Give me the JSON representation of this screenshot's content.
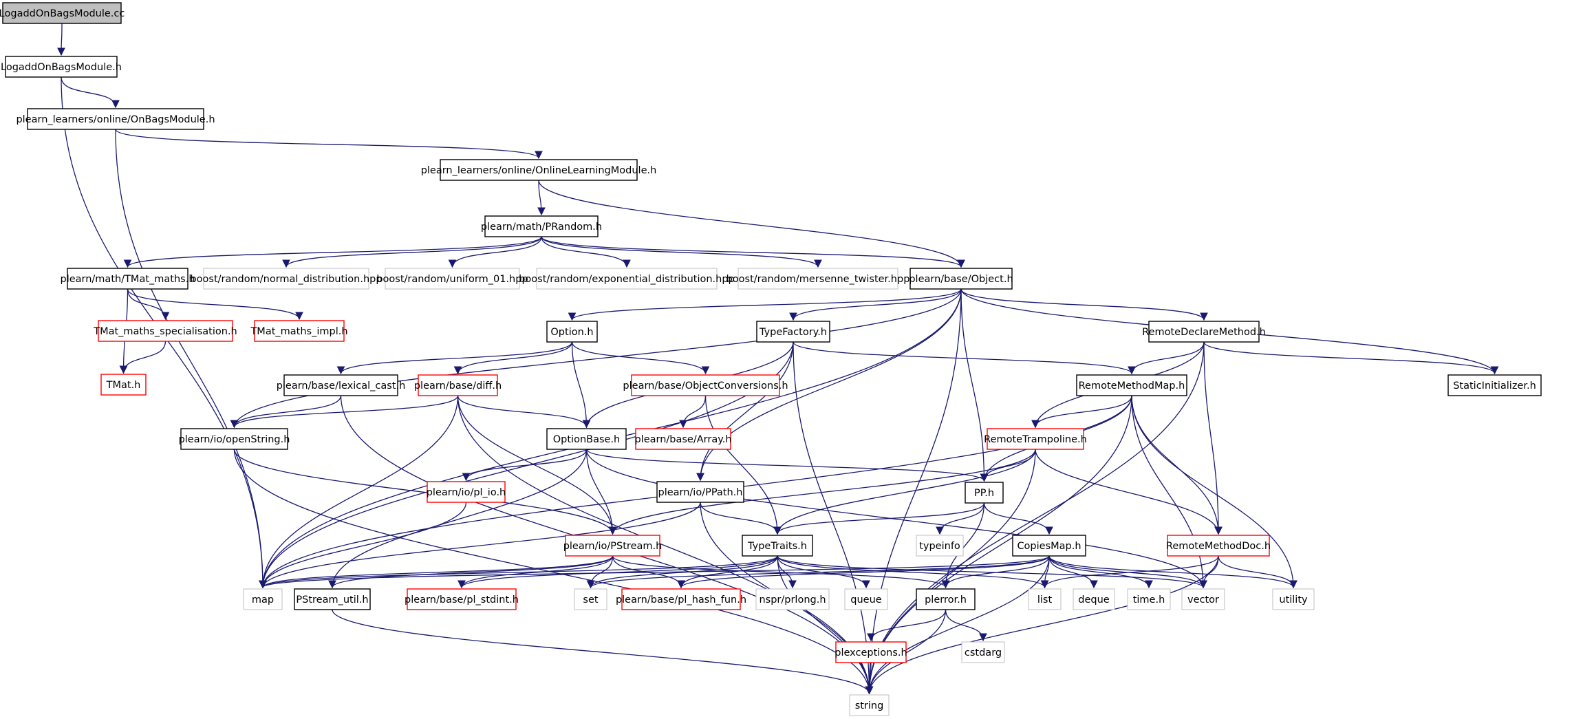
{
  "colors": {
    "edge": "#191970",
    "box_default": "#000000",
    "box_red": "#ff0000",
    "box_gray": "#bfbfbf",
    "root_fill": "#bfbfbf",
    "text": "#000000"
  },
  "nodes": [
    {
      "id": "n_logadd_cc",
      "label": "LogaddOnBagsModule.cc",
      "style": "root"
    },
    {
      "id": "n_logadd_h",
      "label": "LogaddOnBagsModule.h",
      "style": "black"
    },
    {
      "id": "n_onbags",
      "label": "plearn_learners/online/OnBagsModule.h",
      "style": "black"
    },
    {
      "id": "n_online",
      "label": "plearn_learners/online/OnlineLearningModule.h",
      "style": "black"
    },
    {
      "id": "n_prandom",
      "label": "plearn/math/PRandom.h",
      "style": "black"
    },
    {
      "id": "n_tmatmaths",
      "label": "plearn/math/TMat_maths.h",
      "style": "black"
    },
    {
      "id": "n_normal",
      "label": "boost/random/normal_distribution.hpp",
      "style": "gray"
    },
    {
      "id": "n_uniform",
      "label": "boost/random/uniform_01.hpp",
      "style": "gray"
    },
    {
      "id": "n_expo",
      "label": "boost/random/exponential_distribution.hpp",
      "style": "gray"
    },
    {
      "id": "n_mersenne",
      "label": "boost/random/mersenne_twister.hpp",
      "style": "gray"
    },
    {
      "id": "n_object",
      "label": "plearn/base/Object.h",
      "style": "black"
    },
    {
      "id": "n_tmatspec",
      "label": "TMat_maths_specialisation.h",
      "style": "red"
    },
    {
      "id": "n_tmatimpl",
      "label": "TMat_maths_impl.h",
      "style": "red"
    },
    {
      "id": "n_tmat",
      "label": "TMat.h",
      "style": "red"
    },
    {
      "id": "n_option",
      "label": "Option.h",
      "style": "black"
    },
    {
      "id": "n_typefactory",
      "label": "TypeFactory.h",
      "style": "black"
    },
    {
      "id": "n_rdecl",
      "label": "RemoteDeclareMethod.h",
      "style": "black"
    },
    {
      "id": "n_static",
      "label": "StaticInitializer.h",
      "style": "black"
    },
    {
      "id": "n_lexical",
      "label": "plearn/base/lexical_cast.h",
      "style": "black"
    },
    {
      "id": "n_diff",
      "label": "plearn/base/diff.h",
      "style": "red"
    },
    {
      "id": "n_objconv",
      "label": "plearn/base/ObjectConversions.h",
      "style": "red"
    },
    {
      "id": "n_rmap",
      "label": "RemoteMethodMap.h",
      "style": "black"
    },
    {
      "id": "n_openstring",
      "label": "plearn/io/openString.h",
      "style": "black"
    },
    {
      "id": "n_optionbase",
      "label": "OptionBase.h",
      "style": "black"
    },
    {
      "id": "n_array",
      "label": "plearn/base/Array.h",
      "style": "red"
    },
    {
      "id": "n_rtramp",
      "label": "RemoteTrampoline.h",
      "style": "red"
    },
    {
      "id": "n_plio",
      "label": "plearn/io/pl_io.h",
      "style": "red"
    },
    {
      "id": "n_ppath",
      "label": "plearn/io/PPath.h",
      "style": "black"
    },
    {
      "id": "n_pp",
      "label": "PP.h",
      "style": "black"
    },
    {
      "id": "n_typeinfo",
      "label": "typeinfo",
      "style": "gray"
    },
    {
      "id": "n_pstream",
      "label": "plearn/io/PStream.h",
      "style": "red"
    },
    {
      "id": "n_typetraits",
      "label": "TypeTraits.h",
      "style": "black"
    },
    {
      "id": "n_copiesmap",
      "label": "CopiesMap.h",
      "style": "black"
    },
    {
      "id": "n_rmdoc",
      "label": "RemoteMethodDoc.h",
      "style": "red"
    },
    {
      "id": "n_map",
      "label": "map",
      "style": "gray"
    },
    {
      "id": "n_pstreamutil",
      "label": "PStream_util.h",
      "style": "black"
    },
    {
      "id": "n_stdint",
      "label": "plearn/base/pl_stdint.h",
      "style": "red"
    },
    {
      "id": "n_set",
      "label": "set",
      "style": "gray"
    },
    {
      "id": "n_hashfun",
      "label": "plearn/base/pl_hash_fun.h",
      "style": "red"
    },
    {
      "id": "n_prlong",
      "label": "nspr/prlong.h",
      "style": "gray"
    },
    {
      "id": "n_queue",
      "label": "queue",
      "style": "gray"
    },
    {
      "id": "n_plerror",
      "label": "plerror.h",
      "style": "black"
    },
    {
      "id": "n_list",
      "label": "list",
      "style": "gray"
    },
    {
      "id": "n_deque",
      "label": "deque",
      "style": "gray"
    },
    {
      "id": "n_time",
      "label": "time.h",
      "style": "gray"
    },
    {
      "id": "n_vector",
      "label": "vector",
      "style": "gray"
    },
    {
      "id": "n_utility",
      "label": "utility",
      "style": "gray"
    },
    {
      "id": "n_plexceptions",
      "label": "plexceptions.h",
      "style": "red"
    },
    {
      "id": "n_cstdarg",
      "label": "cstdarg",
      "style": "gray"
    },
    {
      "id": "n_string",
      "label": "string",
      "style": "gray"
    }
  ],
  "edges": [
    [
      "n_logadd_cc",
      "n_logadd_h"
    ],
    [
      "n_logadd_h",
      "n_onbags"
    ],
    [
      "n_logadd_h",
      "n_map"
    ],
    [
      "n_onbags",
      "n_online"
    ],
    [
      "n_onbags",
      "n_map"
    ],
    [
      "n_online",
      "n_prandom"
    ],
    [
      "n_online",
      "n_object"
    ],
    [
      "n_prandom",
      "n_tmatmaths"
    ],
    [
      "n_prandom",
      "n_normal"
    ],
    [
      "n_prandom",
      "n_uniform"
    ],
    [
      "n_prandom",
      "n_expo"
    ],
    [
      "n_prandom",
      "n_mersenne"
    ],
    [
      "n_prandom",
      "n_object"
    ],
    [
      "n_tmatmaths",
      "n_tmatspec"
    ],
    [
      "n_tmatmaths",
      "n_tmatimpl"
    ],
    [
      "n_tmatmaths",
      "n_tmat"
    ],
    [
      "n_tmatspec",
      "n_tmat"
    ],
    [
      "n_object",
      "n_option"
    ],
    [
      "n_object",
      "n_typefactory"
    ],
    [
      "n_object",
      "n_rdecl"
    ],
    [
      "n_object",
      "n_static"
    ],
    [
      "n_object",
      "n_openstring"
    ],
    [
      "n_object",
      "n_map"
    ],
    [
      "n_object",
      "n_pp"
    ],
    [
      "n_object",
      "n_ppath"
    ],
    [
      "n_object",
      "n_string"
    ],
    [
      "n_option",
      "n_lexical"
    ],
    [
      "n_option",
      "n_diff"
    ],
    [
      "n_option",
      "n_objconv"
    ],
    [
      "n_option",
      "n_optionbase"
    ],
    [
      "n_typefactory",
      "n_optionbase"
    ],
    [
      "n_typefactory",
      "n_rmap"
    ],
    [
      "n_typefactory",
      "n_map"
    ],
    [
      "n_typefactory",
      "n_ppath"
    ],
    [
      "n_typefactory",
      "n_string"
    ],
    [
      "n_rdecl",
      "n_rmap"
    ],
    [
      "n_rdecl",
      "n_rtramp"
    ],
    [
      "n_rdecl",
      "n_rmdoc"
    ],
    [
      "n_rdecl",
      "n_static"
    ],
    [
      "n_rdecl",
      "n_string"
    ],
    [
      "n_lexical",
      "n_openstring"
    ],
    [
      "n_lexical",
      "n_string"
    ],
    [
      "n_diff",
      "n_openstring"
    ],
    [
      "n_diff",
      "n_optionbase"
    ],
    [
      "n_diff",
      "n_pstream"
    ],
    [
      "n_diff",
      "n_map"
    ],
    [
      "n_diff",
      "n_string"
    ],
    [
      "n_objconv",
      "n_array"
    ],
    [
      "n_objconv",
      "n_typetraits"
    ],
    [
      "n_rmap",
      "n_rtramp"
    ],
    [
      "n_rmap",
      "n_pp"
    ],
    [
      "n_rmap",
      "n_map"
    ],
    [
      "n_rmap",
      "n_vector"
    ],
    [
      "n_rmap",
      "n_rmdoc"
    ],
    [
      "n_rmap",
      "n_utility"
    ],
    [
      "n_rmap",
      "n_string"
    ],
    [
      "n_openstring",
      "n_pstream"
    ],
    [
      "n_openstring",
      "n_string"
    ],
    [
      "n_optionbase",
      "n_plio"
    ],
    [
      "n_optionbase",
      "n_pstream"
    ],
    [
      "n_optionbase",
      "n_pp"
    ],
    [
      "n_optionbase",
      "n_pstreamutil"
    ],
    [
      "n_optionbase",
      "n_vector"
    ],
    [
      "n_rtramp",
      "n_pp"
    ],
    [
      "n_rtramp",
      "n_typetraits"
    ],
    [
      "n_rtramp",
      "n_pstream"
    ],
    [
      "n_rtramp",
      "n_rmdoc"
    ],
    [
      "n_rtramp",
      "n_string"
    ],
    [
      "n_plio",
      "n_map"
    ],
    [
      "n_ppath",
      "n_typetraits"
    ],
    [
      "n_ppath",
      "n_map"
    ],
    [
      "n_ppath",
      "n_string"
    ],
    [
      "n_pp",
      "n_typeinfo"
    ],
    [
      "n_pp",
      "n_copiesmap"
    ],
    [
      "n_pp",
      "n_plerror"
    ],
    [
      "n_pp",
      "n_typetraits"
    ],
    [
      "n_pstream",
      "n_map"
    ],
    [
      "n_pstream",
      "n_stdint"
    ],
    [
      "n_pstream",
      "n_set"
    ],
    [
      "n_pstream",
      "n_hashfun"
    ],
    [
      "n_pstream",
      "n_plerror"
    ],
    [
      "n_pstream",
      "n_pstreamutil"
    ],
    [
      "n_typetraits",
      "n_map"
    ],
    [
      "n_typetraits",
      "n_stdint"
    ],
    [
      "n_typetraits",
      "n_set"
    ],
    [
      "n_typetraits",
      "n_hashfun"
    ],
    [
      "n_typetraits",
      "n_prlong"
    ],
    [
      "n_typetraits",
      "n_queue"
    ],
    [
      "n_typetraits",
      "n_list"
    ],
    [
      "n_typetraits",
      "n_vector"
    ],
    [
      "n_typetraits",
      "n_string"
    ],
    [
      "n_copiesmap",
      "n_map"
    ],
    [
      "n_copiesmap",
      "n_set"
    ],
    [
      "n_copiesmap",
      "n_hashfun"
    ],
    [
      "n_copiesmap",
      "n_plerror"
    ],
    [
      "n_copiesmap",
      "n_list"
    ],
    [
      "n_copiesmap",
      "n_deque"
    ],
    [
      "n_copiesmap",
      "n_time"
    ],
    [
      "n_copiesmap",
      "n_vector"
    ],
    [
      "n_copiesmap",
      "n_utility"
    ],
    [
      "n_copiesmap",
      "n_string"
    ],
    [
      "n_rmdoc",
      "n_list"
    ],
    [
      "n_rmdoc",
      "n_vector"
    ],
    [
      "n_rmdoc",
      "n_utility"
    ],
    [
      "n_rmdoc",
      "n_string"
    ],
    [
      "n_pstreamutil",
      "n_string"
    ],
    [
      "n_plerror",
      "n_plexceptions"
    ],
    [
      "n_plerror",
      "n_cstdarg"
    ],
    [
      "n_plerror",
      "n_string"
    ],
    [
      "n_plexceptions",
      "n_string"
    ]
  ]
}
